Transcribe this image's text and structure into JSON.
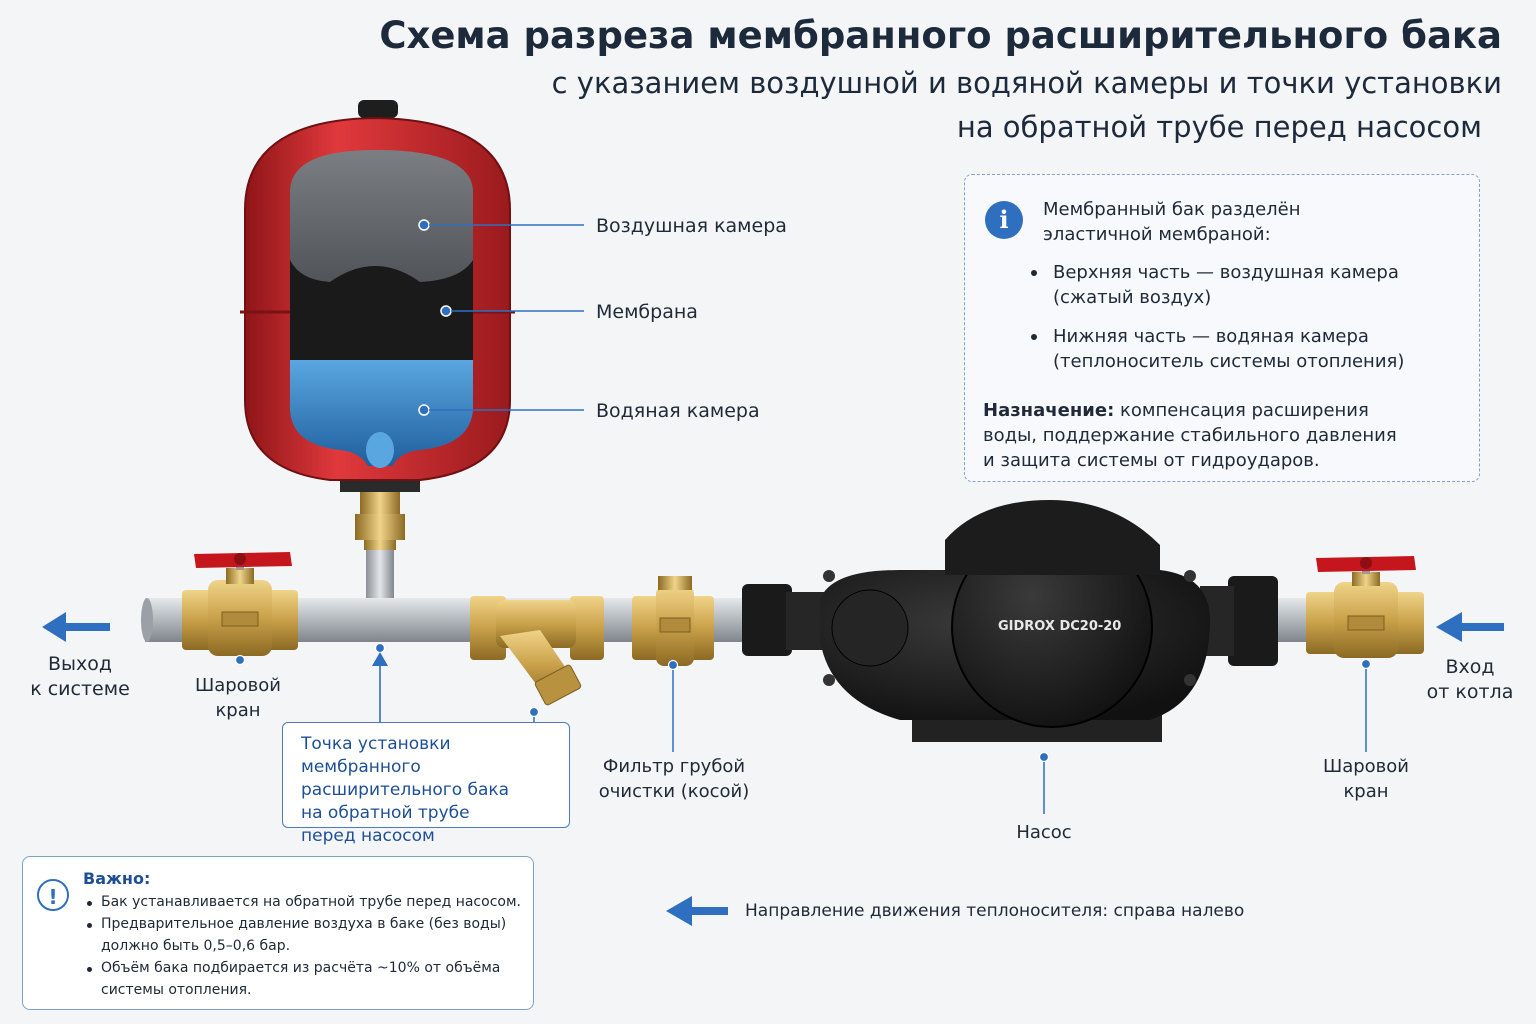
{
  "header": {
    "title": "Схема разреза  мембранного расширительного бака",
    "subtitle_line1": "с указанием воздушной и водяной камеры и точки установки",
    "subtitle_line2": "на обратной трубе перед насосом"
  },
  "tank_labels": {
    "air": "Воздушная камера",
    "membrane": "Мембрана",
    "water": "Водяная камера"
  },
  "info_box": {
    "intro_line1": "Мембранный бак разделён",
    "intro_line2": "эластичной мембраной:",
    "bullets": [
      {
        "line1": "Верхняя часть — воздушная камера",
        "line2": "(сжатый воздух)"
      },
      {
        "line1": "Нижняя часть — водяная камера",
        "line2": "(теплоноситель системы отопления)"
      }
    ],
    "purpose_label": "Назначение:",
    "purpose_line1": " компенсация расширения",
    "purpose_line2": "воды, поддержание стабильного давления",
    "purpose_line3": "и защита системы от гидроударов."
  },
  "pipeline": {
    "outlet_line1": "Выход",
    "outlet_line2": "к системе",
    "inlet_line1": "Вход",
    "inlet_line2": "от котла",
    "ball_valve_left_line1": "Шаровой",
    "ball_valve_left_line2": "кран",
    "ball_valve_right_line1": "Шаровой",
    "ball_valve_right_line2": "кран",
    "filter_line1": "Фильтр грубой",
    "filter_line2": "очистки (косой)",
    "pump": "Насос",
    "pump_model": "GIDROX DC20-20"
  },
  "install_point": {
    "line1": "Точка установки мембранного",
    "line2": "расширительного бака",
    "line3": "на обратной трубе",
    "line4": "перед насосом"
  },
  "important": {
    "title": "Важно:",
    "item1": "Бак устанавливается на обратной трубе перед насосом.",
    "item2_line1": "Предварительное давление воздуха в баке (без воды)",
    "item2_line2": "должно быть 0,5–0,6 бар.",
    "item3_line1": "Объём бака подбирается из расчёта ~10% от объёма",
    "item3_line2": "системы отопления."
  },
  "flow": {
    "label": "Направление движения теплоносителя: справа налево"
  },
  "colors": {
    "accent_blue": "#2f6fbf",
    "tank_red": "#c8262a",
    "brass": "#c9a14a",
    "water_blue": "#3f8ccc",
    "pump_black": "#1c1c1c"
  }
}
